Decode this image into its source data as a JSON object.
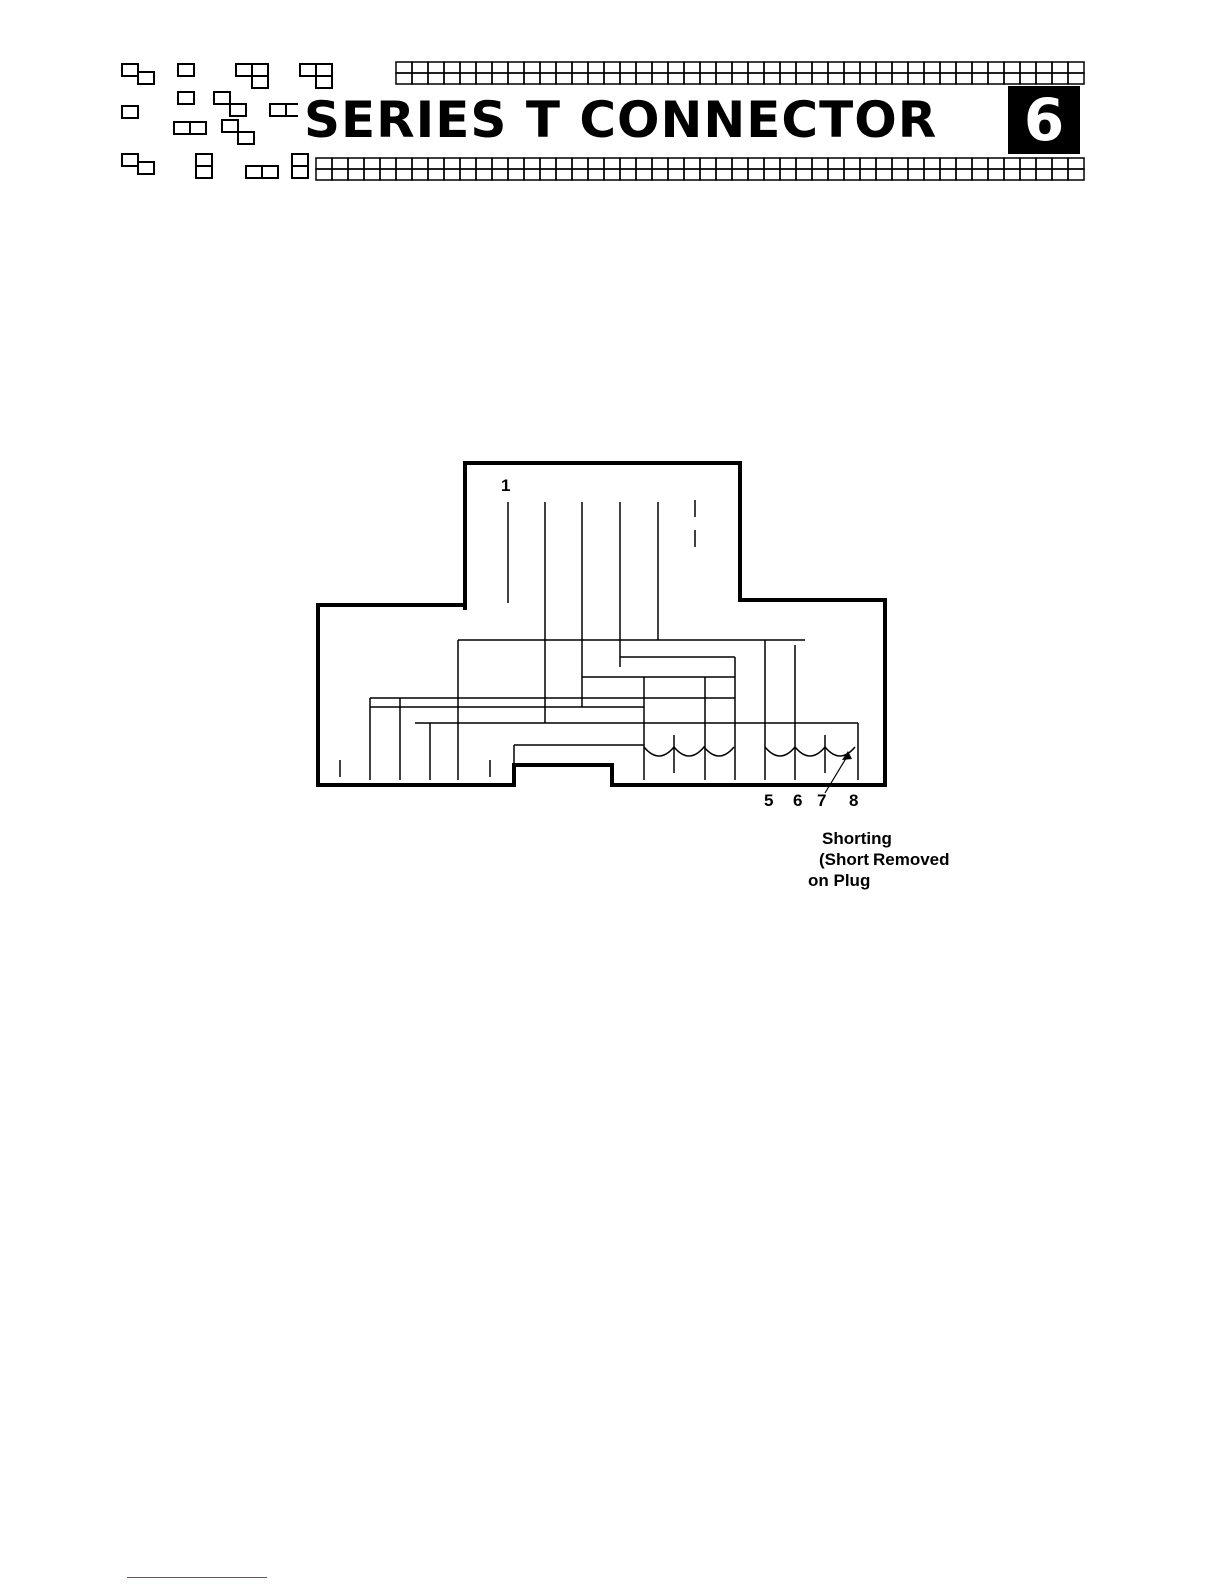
{
  "header": {
    "title": "SERIES T CONNECTOR",
    "chapter_number": "6"
  },
  "diagram": {
    "pin_labels": [
      "1",
      "5",
      "6",
      "7",
      "8"
    ],
    "callout": {
      "line1": "Shorting",
      "line2": "(Short",
      "line2b": "Removed",
      "line3": "on Plug"
    }
  },
  "colors": {
    "ink": "#000000",
    "footer_rule": "#4455cc"
  }
}
